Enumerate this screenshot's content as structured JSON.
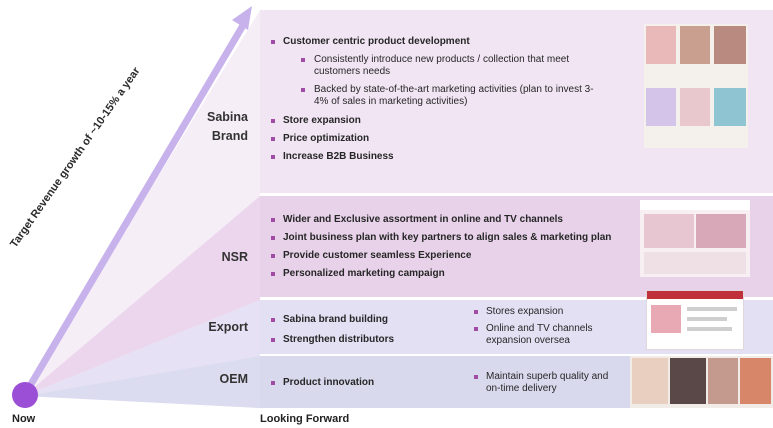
{
  "growth_label": "Target Revenue growth of ~10-15% a year",
  "footer": {
    "left": "Now",
    "right": "Looking Forward"
  },
  "sections": {
    "sabina": {
      "label_line1": "Sabina",
      "label_line2": "Brand",
      "items": [
        "Customer centric product development",
        "Consistently introduce new products / collection that meet customers needs",
        "Backed by state-of-the-art marketing activities (plan to invest 3-4% of sales in marketing activities)",
        "Store expansion",
        "Price optimization",
        "Increase B2B Business"
      ]
    },
    "nsr": {
      "label": "NSR",
      "items": [
        "Wider and Exclusive assortment in online and TV channels",
        "Joint business plan with key partners to align sales & marketing plan",
        "Provide customer seamless Experience",
        "Personalized marketing campaign"
      ]
    },
    "export": {
      "label": "Export",
      "items_left": [
        "Sabina brand building",
        "Strengthen distributors"
      ],
      "items_right": [
        "Stores expansion",
        "Online and TV channels expansion oversea"
      ]
    },
    "oem": {
      "label": "OEM",
      "items_left": [
        "Product innovation"
      ],
      "items_right": [
        "Maintain superb quality and on-time delivery"
      ]
    }
  },
  "colors": {
    "accent": "#9a4fd6",
    "bullet": "#a04ca5"
  }
}
